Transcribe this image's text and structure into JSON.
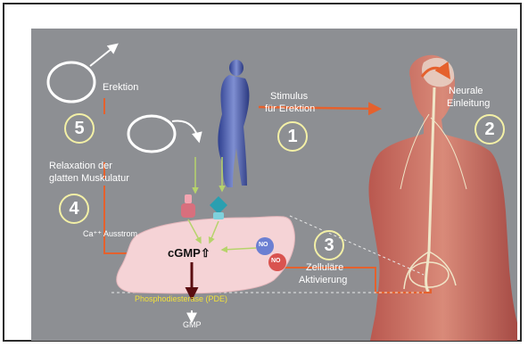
{
  "labels": {
    "erektion": "Erektion",
    "stimulus_line1": "Stimulus",
    "stimulus_line2": "für Erektion",
    "neurale_line1": "Neurale",
    "neurale_line2": "Einleitung",
    "relax_line1": "Relaxation der",
    "relax_line2": "glatten Muskulatur",
    "ca_ausstrom": "Ca⁺⁺ Ausstrom",
    "cgmp": "cGMP⇧",
    "zellulare_line1": "Zelluläre",
    "zellulare_line2": "Aktivierung",
    "pde": "Phosphodiesterase (PDE)",
    "gmp": "GMP",
    "no1": "NO",
    "no2": "NO"
  },
  "steps": [
    "1",
    "2",
    "3",
    "4",
    "5"
  ],
  "colors": {
    "background": "#8d8f93",
    "arrow": "#e5612d",
    "step_ring": "#f3f0a6",
    "pde_text": "#f2e13a",
    "cell": "#f5d3d6",
    "body_skin": "#c86e62",
    "figure": "#3e4fa0"
  }
}
